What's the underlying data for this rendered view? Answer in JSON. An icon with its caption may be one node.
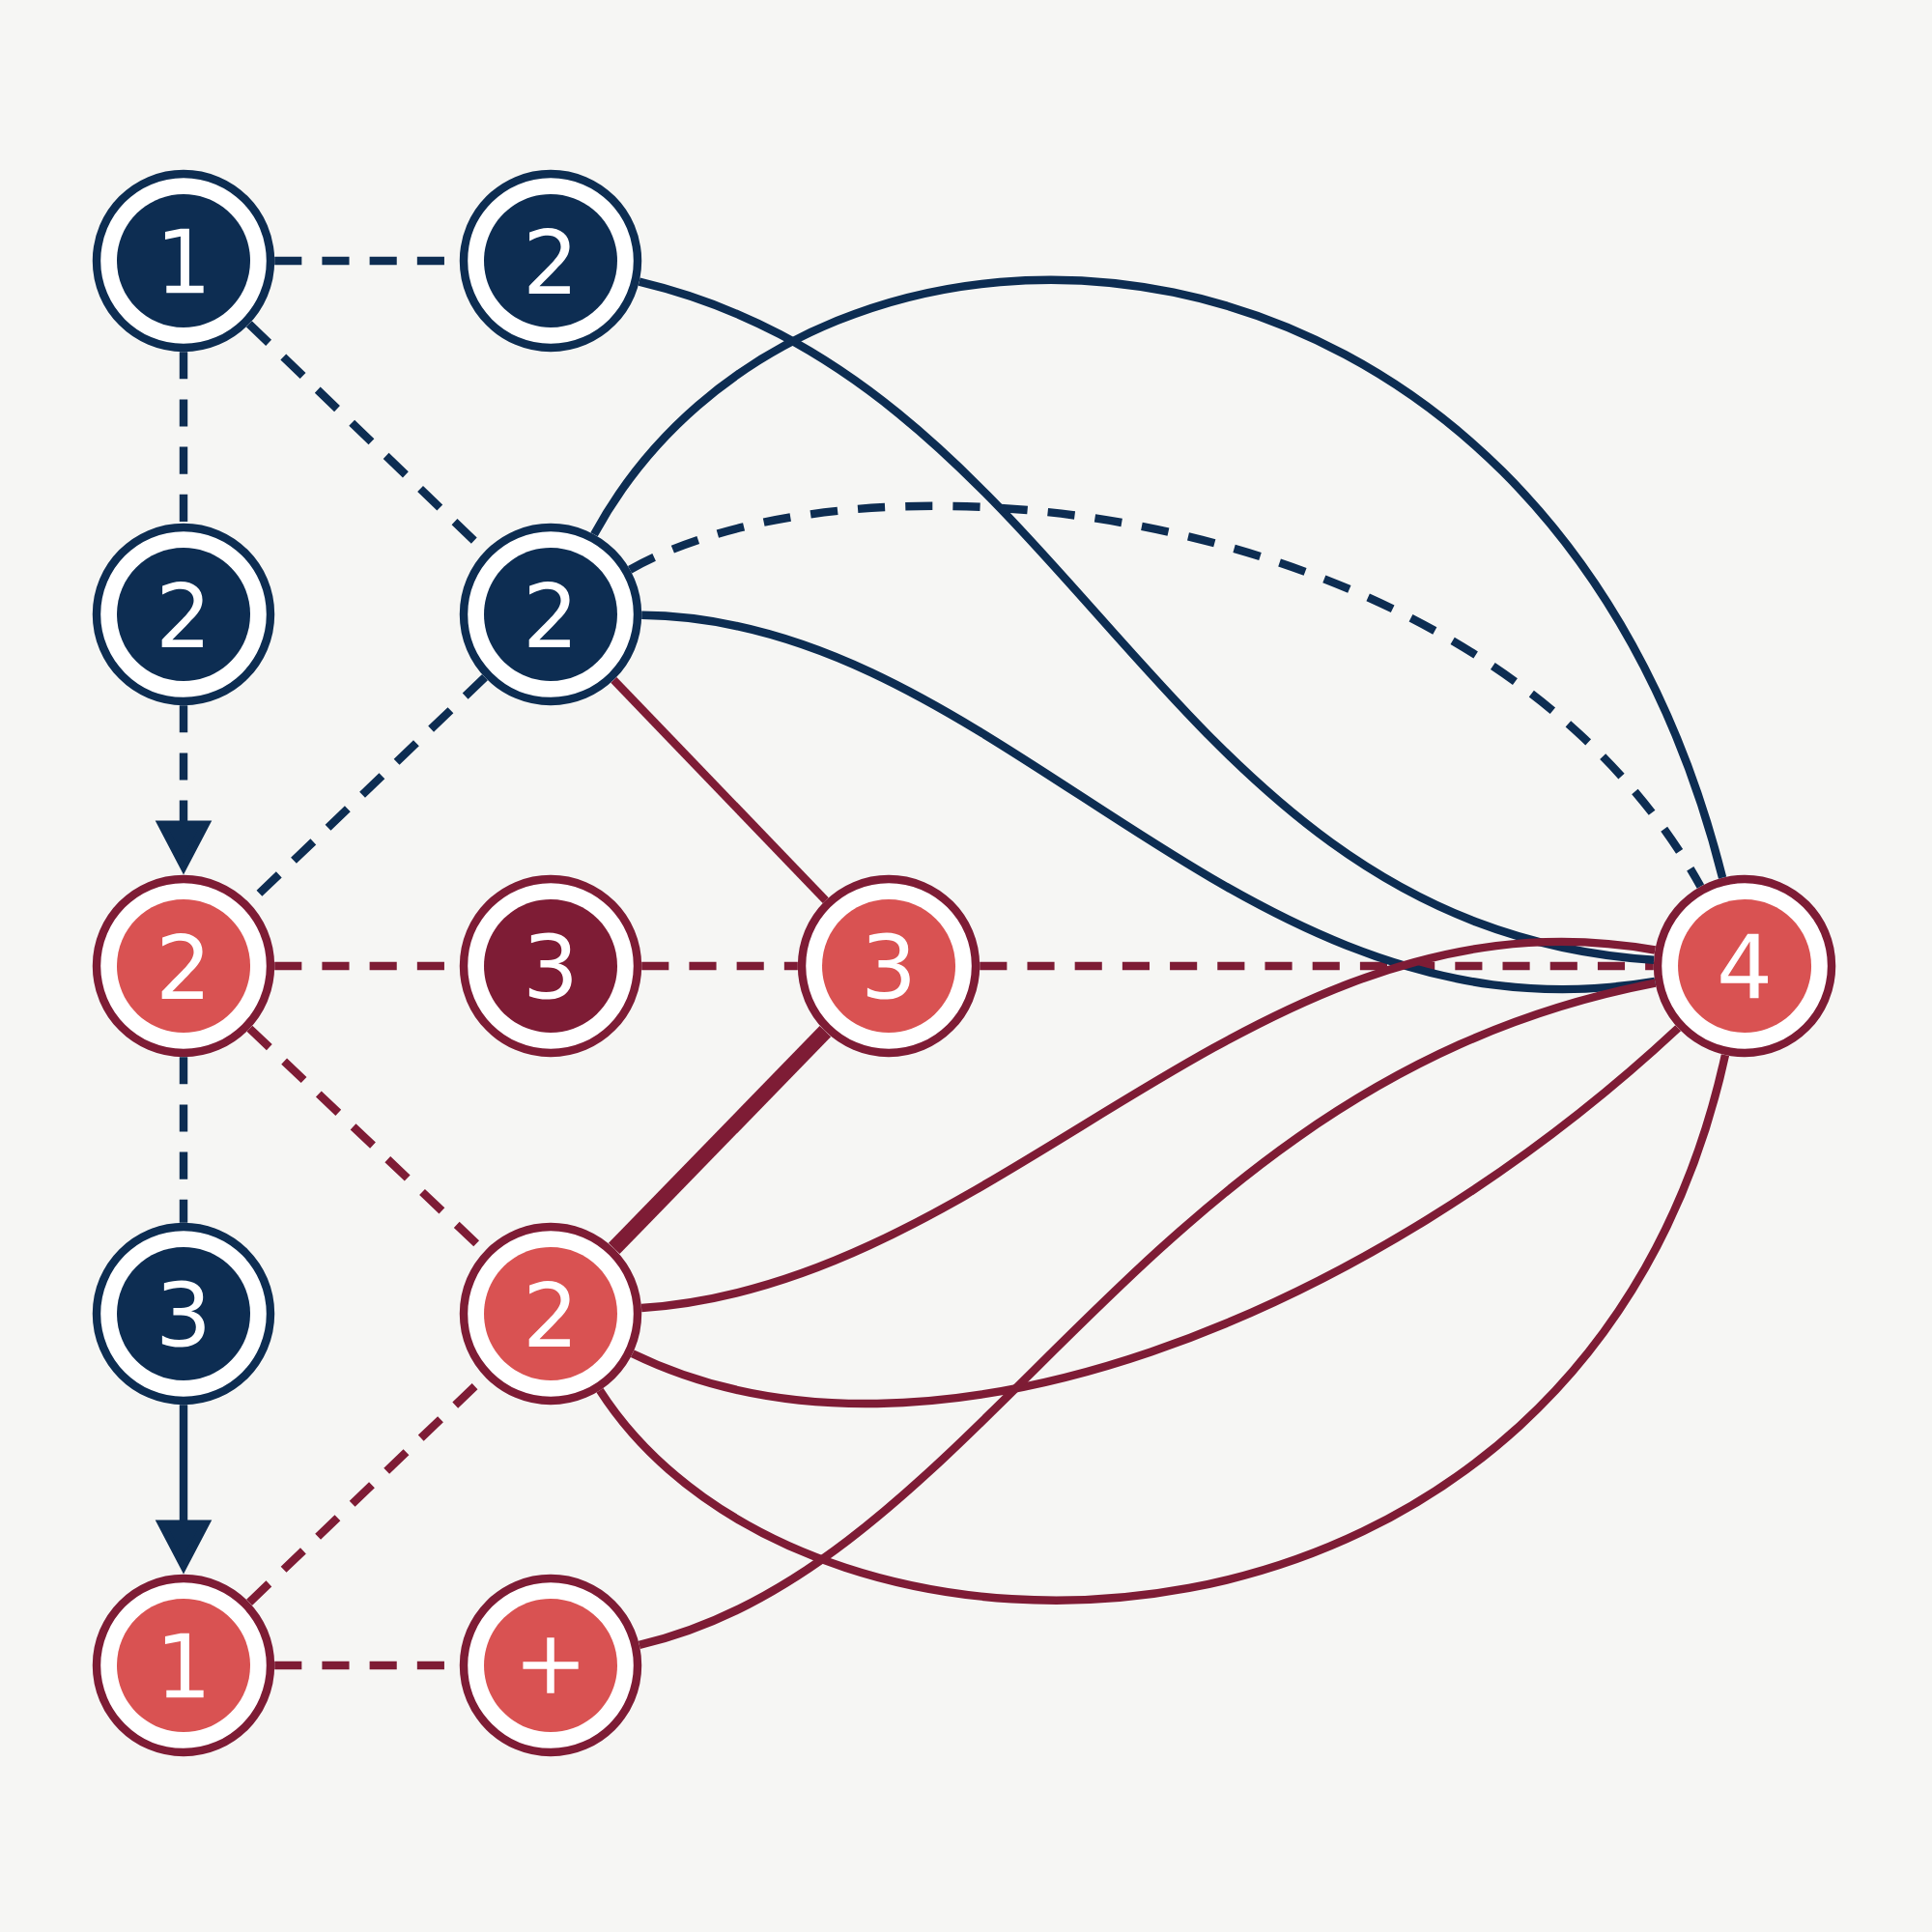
{
  "diagram": {
    "nodes": [
      {
        "text": [
          "1"
        ]
      },
      {
        "text": [
          "2"
        ]
      },
      {
        "text": [
          "2"
        ]
      },
      {
        "text": [
          "2"
        ]
      },
      {
        "text": [
          "2"
        ]
      },
      {
        "text": [
          "3"
        ]
      },
      {
        "text": [
          "3"
        ]
      },
      {
        "text": [
          "3"
        ]
      },
      {
        "text": [
          "2"
        ]
      },
      {
        "text": [
          "1"
        ]
      },
      {
        "text": [
          "+"
        ]
      },
      {
        "text": [
          "4"
        ]
      }
    ],
    "edges": [
      {
        "from": 0,
        "to": 1,
        "arrow": "none",
        "style": "dashed",
        "color": "#0d2d52"
      },
      {
        "from": 0,
        "to": 3,
        "arrow": "none",
        "style": "dashed",
        "color": "#0d2d52"
      },
      {
        "from": 0,
        "to": 2,
        "arrow": "none",
        "style": "dashed",
        "color": "#0d2d52"
      },
      {
        "from": 2,
        "to": 4,
        "arrow": "to",
        "style": "dashed",
        "color": "#0d2d52"
      },
      {
        "from": 3,
        "to": 4,
        "arrow": "none",
        "style": "dashed",
        "color": "#0d2d52"
      },
      {
        "from": 4,
        "to": 5,
        "arrow": "none",
        "style": "dashed"
      },
      {
        "from": 5,
        "to": 6,
        "arrow": "none",
        "style": "dashed"
      },
      {
        "from": 6,
        "to": 11,
        "arrow": "none",
        "style": "dashed"
      },
      {
        "from": 4,
        "to": 7,
        "arrow": "none",
        "style": "dashed",
        "color": "#0d2d52"
      },
      {
        "from": 4,
        "to": 8,
        "arrow": "none",
        "style": "dashed"
      },
      {
        "from": 7,
        "to": 9,
        "arrow": "to",
        "color": "#0d2d52"
      },
      {
        "from": 9,
        "to": 8,
        "arrow": "none",
        "style": "dashed"
      },
      {
        "from": 9,
        "to": 10,
        "arrow": "none",
        "style": "dashed"
      },
      {
        "from": 3,
        "to": 6,
        "arrow": "none"
      },
      {
        "from": 8,
        "to": 6,
        "arrow": "none",
        "style": "thick"
      },
      {
        "from": 1,
        "to": 11,
        "arrow": "none",
        "color": "#0d2d52"
      },
      {
        "from": 3,
        "to": 11,
        "arrow": "none",
        "color": "#0d2d52"
      },
      {
        "from": 3,
        "to": 11,
        "arrow": "none",
        "style": "dashed",
        "color": "#0d2d52"
      },
      {
        "from": 3,
        "to": 11,
        "arrow": "none",
        "color": "#0d2d52"
      },
      {
        "from": 8,
        "to": 11,
        "arrow": "none"
      },
      {
        "from": 8,
        "to": 11,
        "arrow": "none"
      },
      {
        "from": 8,
        "to": 11,
        "arrow": "none"
      },
      {
        "from": 10,
        "to": 11,
        "arrow": "none"
      }
    ]
  }
}
